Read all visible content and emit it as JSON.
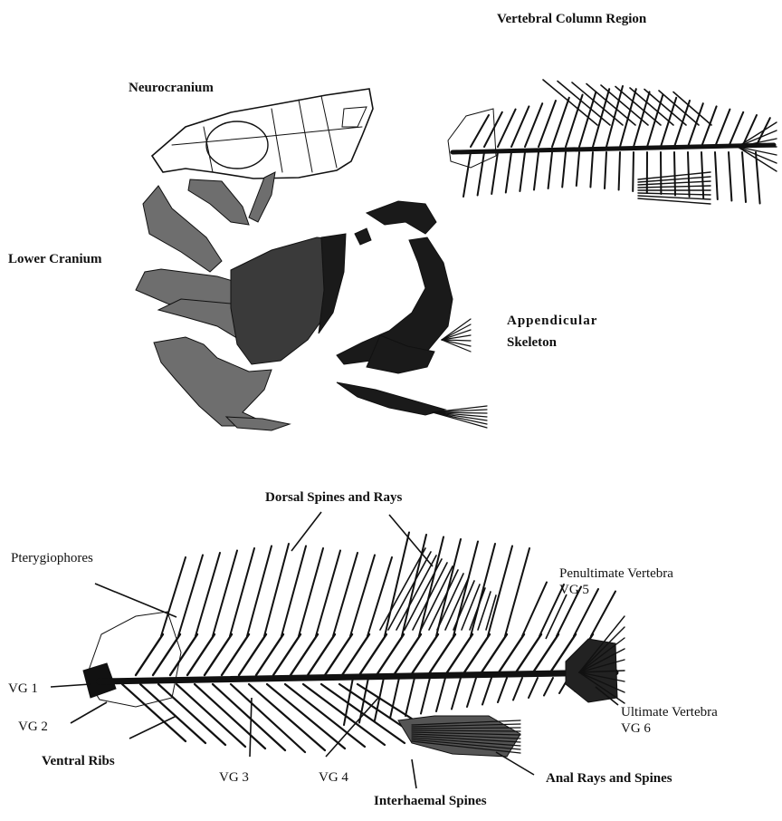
{
  "top": {
    "vertebral_column_region": "Vertebral Column Region",
    "neurocranium": "Neurocranium",
    "lower_cranium": "Lower Cranium",
    "appendicular_line1": "Appendicular",
    "appendicular_line2": "Skeleton"
  },
  "bottom": {
    "dorsal": "Dorsal Spines and Rays",
    "pterygiophores": "Pterygiophores",
    "penultimate_line1": "Penultimate Vertebra",
    "penultimate_line2": "VG 5",
    "vg1": "VG 1",
    "vg2": "VG 2",
    "ventral_ribs": "Ventral Ribs",
    "vg3": "VG 3",
    "vg4": "VG 4",
    "ultimate_line1": "Ultimate Vertebra",
    "ultimate_line2": "VG 6",
    "anal": "Anal Rays and Spines",
    "interhaemal": "Interhaemal Spines"
  }
}
